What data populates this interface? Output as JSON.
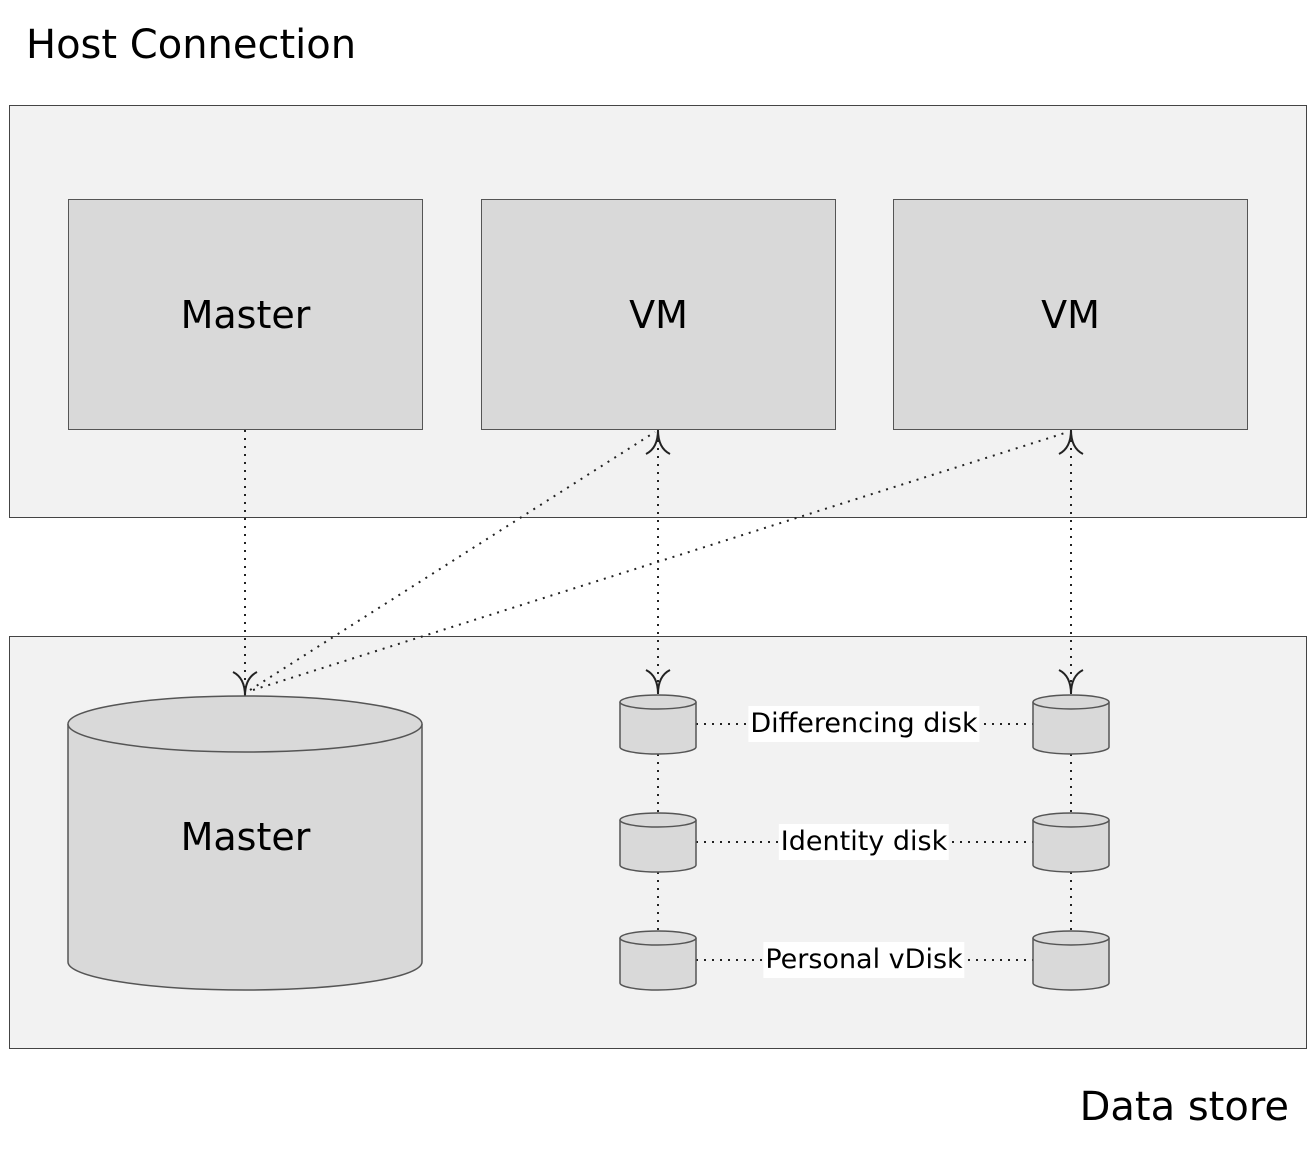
{
  "host": {
    "title": "Host Connection"
  },
  "store": {
    "title": "Data store"
  },
  "host_boxes": {
    "master": "Master",
    "vm1": "VM",
    "vm2": "VM"
  },
  "master_db": {
    "label": "Master"
  },
  "disk_labels": {
    "differencing": "Differencing disk",
    "identity": "Identity disk",
    "personal": "Personal vDisk"
  },
  "colors": {
    "panel": "#f2f2f2",
    "box": "#d9d9d9",
    "border": "#444444"
  }
}
